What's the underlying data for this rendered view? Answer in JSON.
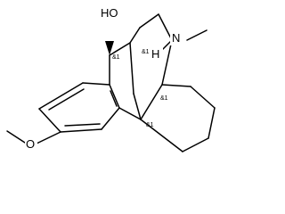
{
  "atoms": {
    "hydroxyl": "HO",
    "nitrogen": "N",
    "methoxy_oxygen": "O",
    "hydrogen": "H"
  },
  "stereo_labels": [
    "&1",
    "&1",
    "&1",
    "&1"
  ],
  "colors": {
    "bond": "#000000",
    "background": "#ffffff"
  }
}
